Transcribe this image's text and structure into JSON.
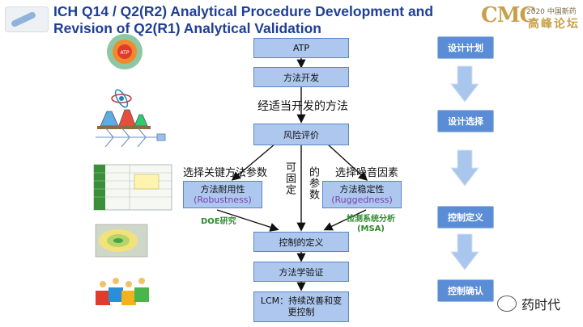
{
  "title": {
    "line1": "ICH Q14 / Q2(R2) Analytical Procedure Development and",
    "line2": "Revision of Q2(R1) Analytical Validation"
  },
  "logo": {
    "brand": "CMC",
    "year_text": "2020 中国新药",
    "sub_text": "高峰论坛"
  },
  "left_images": {
    "atp_label": "ATP"
  },
  "flow": {
    "atp": "ATP",
    "method_dev": "方法开发",
    "suitable_method": "经适当开发的方法",
    "risk_eval": "风险评价",
    "left_branch_label": "选择关键方法参数",
    "right_branch_label": "选择噪音因素",
    "middle_vertical_1": "可固定",
    "middle_vertical_2": "的参数",
    "robustness_cn": "方法耐用性",
    "robustness_en": "(Robustness)",
    "ruggedness_cn": "方法稳定性",
    "ruggedness_en": "(Ruggedness)",
    "doe_label": "DOE研究",
    "msa_label_1": "检测系统分析",
    "msa_label_2": "(MSA)",
    "control_def": "控制的定义",
    "method_validation": "方法学验证",
    "lcm_line1": "LCM：持续改善和变",
    "lcm_line2": "更控制"
  },
  "right_steps": [
    "设计计划",
    "设计选择",
    "控制定义",
    "控制确认"
  ],
  "watermark": {
    "text": "药时代"
  },
  "colors": {
    "title": "#1f3f95",
    "box_fill": "#adc7ee",
    "box_border": "#5b86c4",
    "right_box_fill": "#5b8dd6",
    "arrow_fill": "#a9c6ec",
    "green_label": "#2e8a2e",
    "purple_text": "#7b3fb0"
  }
}
